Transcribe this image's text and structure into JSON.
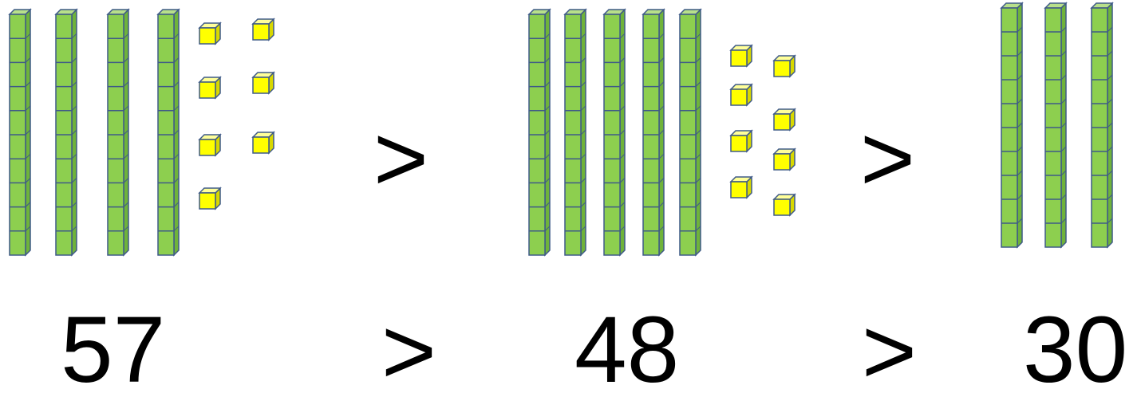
{
  "colors": {
    "rod_fill": "#8DCF4F",
    "rod_side": "#6FB33A",
    "rod_top": "#B8E08A",
    "rod_stroke": "#3F5A88",
    "cube_fill": "#FFFF00",
    "cube_side": "#D8D800",
    "cube_top": "#FFFF99",
    "cube_stroke": "#3F5A88",
    "text": "#000000"
  },
  "groups": [
    {
      "name": "group-57",
      "tens": 4,
      "ones": 7
    },
    {
      "name": "group-48",
      "tens": 5,
      "ones": 8
    },
    {
      "name": "group-30",
      "tens": 3,
      "ones": 0
    }
  ],
  "comparison": {
    "number_1": "57",
    "number_2": "48",
    "number_3": "30",
    "symbol_between_blocks_1": ">",
    "symbol_between_blocks_2": ">",
    "symbol_between_numbers_1": ">",
    "symbol_between_numbers_2": ">"
  }
}
